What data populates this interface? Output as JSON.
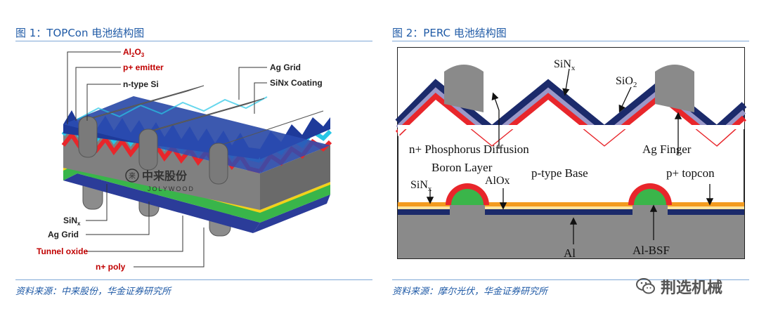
{
  "left": {
    "title": "图 1：TOPCon 电池结构图",
    "source": "资料来源：中来股份，华金证券研究所",
    "labels": {
      "al2o3_base": "Al",
      "al2o3_sub2": "2",
      "al2o3_o": "O",
      "al2o3_sub3": "3",
      "p_emitter": "p+ emitter",
      "n_type": "n-type Si",
      "ag_grid_top": "Ag Grid",
      "sinx_coating": "SiNx Coating",
      "sinx_base": "SiN",
      "sinx_sub": "x",
      "ag_grid_bottom": "Ag Grid",
      "tunnel_oxide": "Tunnel oxide",
      "n_poly": "n+ poly"
    },
    "logo": {
      "cn": "中来股份",
      "en": "JOLYWOOD"
    }
  },
  "right": {
    "title": "图 2：PERC 电池结构图",
    "source": "资料来源：摩尔光伏，华金证券研究所",
    "labels": {
      "sinx_top_base": "SiN",
      "sinx_top_sub": "x",
      "sio2_base": "SiO",
      "sio2_sub": "2",
      "phosphorus": "n+ Phosphorus Diffusion",
      "ag_finger": "Ag Finger",
      "boron": "Boron Layer",
      "ptype": "p-type Base",
      "sinx_left_base": "SiN",
      "sinx_left_sub": "x",
      "alox": "AlOx",
      "ptopcon": "p+ topcon",
      "al": "Al",
      "albsf": "Al-BSF"
    }
  },
  "watermark": {
    "text": "荆选机械",
    "icon": "wechat-icon"
  },
  "colors": {
    "title_blue": "#1f5aa6",
    "rule_blue": "#7fa7d6",
    "label_red": "#c00000",
    "navy": "#1b2a6b",
    "red": "#e8262b",
    "orange": "#f39b1f",
    "green": "#3ab54a",
    "gray": "#8a8a8a"
  }
}
